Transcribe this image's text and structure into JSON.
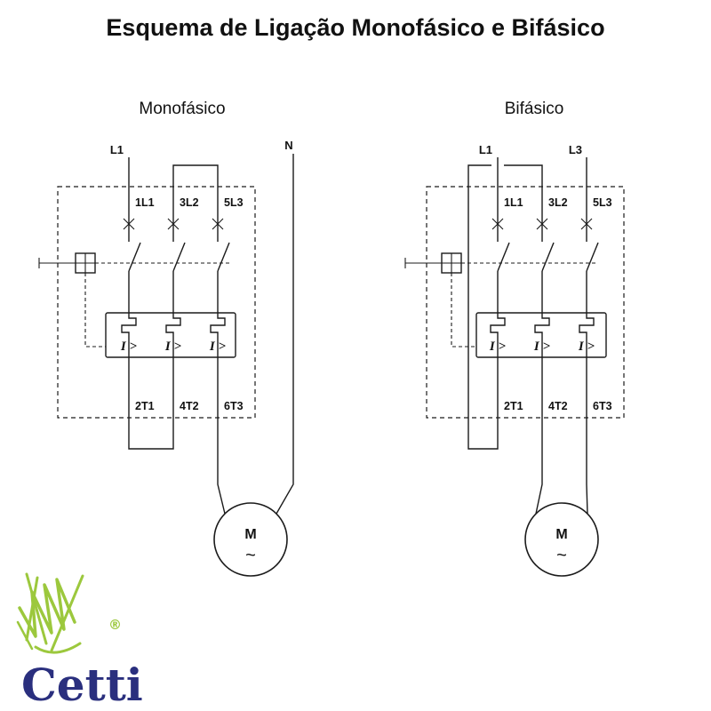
{
  "title": "Esquema de Ligação Monofásico e Bifásico",
  "mono": {
    "heading": "Monofásico",
    "supply": {
      "l1": "L1",
      "n": "N"
    },
    "top_terminals": [
      "1L1",
      "3L2",
      "5L3"
    ],
    "bottom_terminals": [
      "2T1",
      "4T2",
      "6T3"
    ],
    "overload": [
      "I >",
      "I >",
      "I >"
    ],
    "motor": {
      "m": "M",
      "tilde": "~"
    }
  },
  "bi": {
    "heading": "Bifásico",
    "supply": {
      "l1": "L1",
      "l3": "L3"
    },
    "top_terminals": [
      "1L1",
      "3L2",
      "5L3"
    ],
    "bottom_terminals": [
      "2T1",
      "4T2",
      "6T3"
    ],
    "overload": [
      "I >",
      "I >",
      "I >"
    ],
    "motor": {
      "m": "M",
      "tilde": "~"
    }
  },
  "logo": {
    "name": "Cetti",
    "registered": "®"
  },
  "colors": {
    "line": "#1b1b1b",
    "logo_green": "#9cc83d",
    "logo_navy": "#2a2f7e"
  }
}
